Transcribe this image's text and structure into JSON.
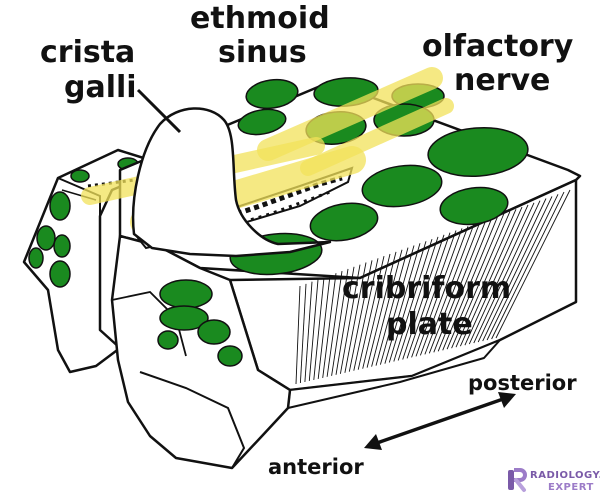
{
  "labels": {
    "crista_galli": [
      "crista",
      "galli"
    ],
    "ethmoid_sinus": [
      "ethmoid",
      "sinus"
    ],
    "olfactory_nerve": [
      "olfactory",
      "nerve"
    ],
    "cribriform_plate": [
      "cribriform",
      "plate"
    ],
    "posterior": "posterior",
    "anterior": "anterior"
  },
  "watermark": {
    "line1": "RADIOLOGY.",
    "line2": "EXPERT"
  },
  "colors": {
    "sinus_green": "#1a8a1f",
    "nerve_yellow": "#f2e25a",
    "outline": "#111111",
    "watermark_purple": "#7a5aa8"
  }
}
